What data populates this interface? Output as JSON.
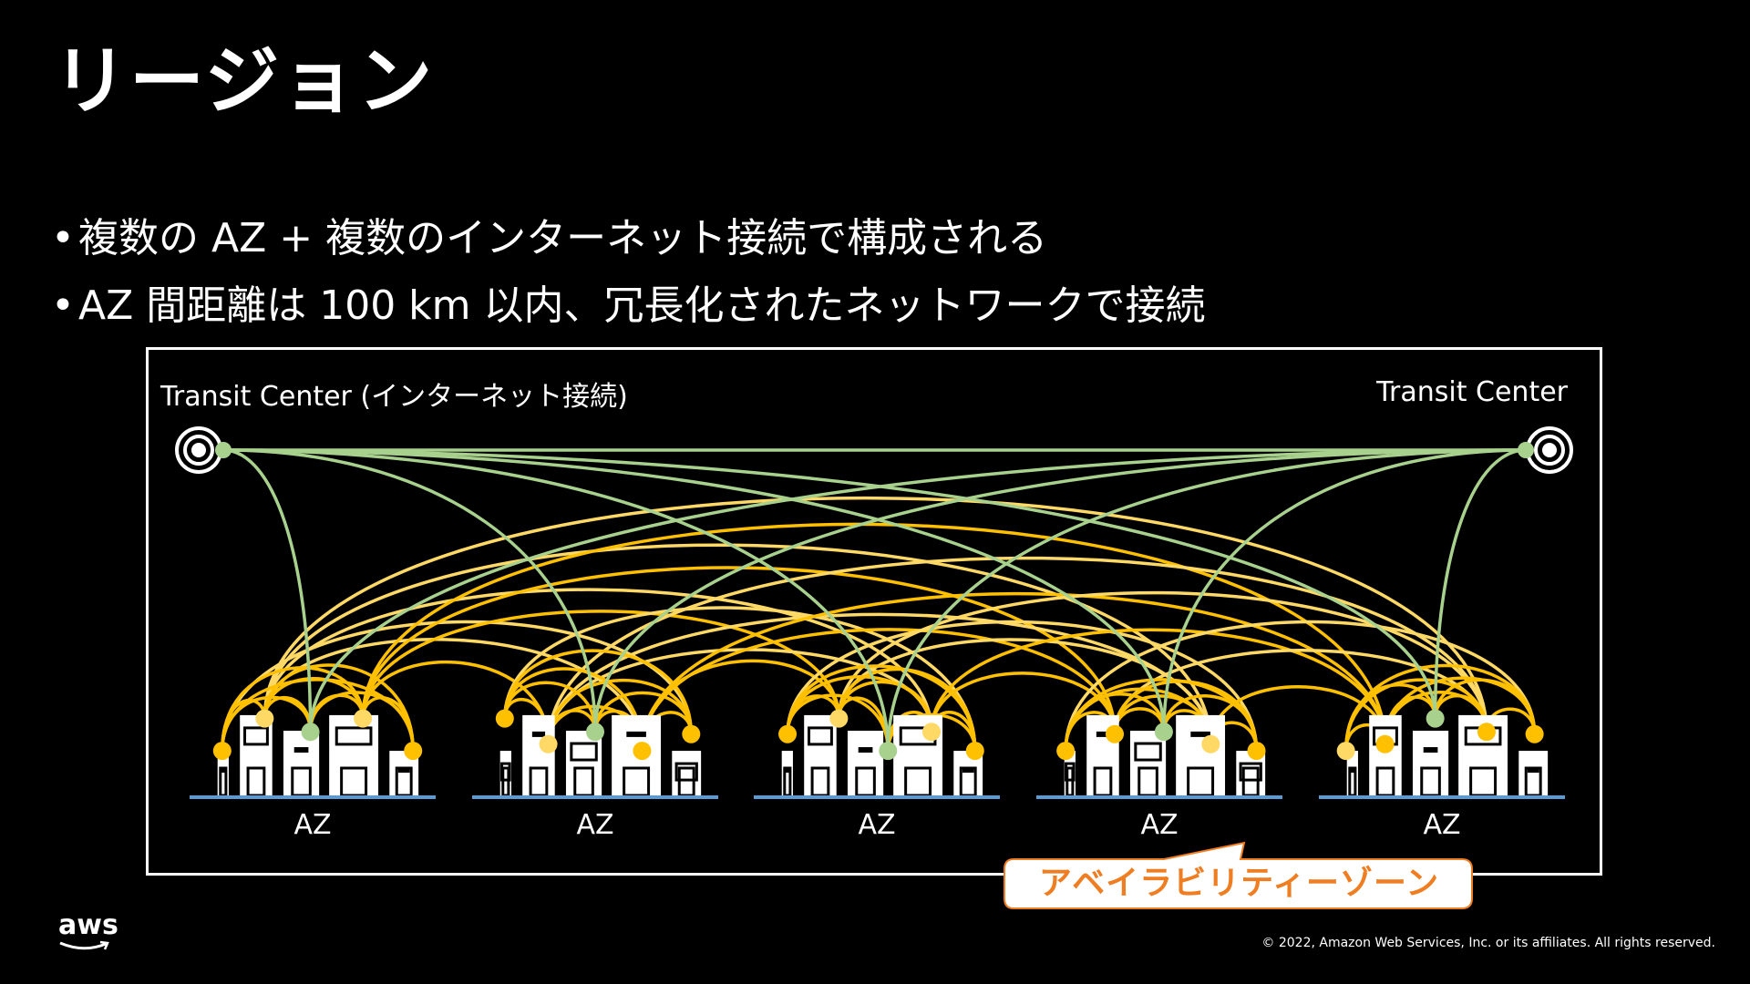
{
  "slide": {
    "title": "リージョン",
    "bullets": [
      "複数の AZ + 複数のインターネット接続で構成される",
      "AZ 間距離は 100 km 以内、冗長化されたネットワークで接続"
    ]
  },
  "diagram": {
    "transit_left": "Transit Center (インターネット接続)",
    "transit_right": "Transit Center",
    "az_labels": [
      "AZ",
      "AZ",
      "AZ",
      "AZ",
      "AZ"
    ],
    "callout": "アベイラビリティーゾーン",
    "colors": {
      "green": "#a9d18e",
      "yellow": "#ffc000",
      "light_yellow": "#ffd966",
      "baseline": "#5b9bd5",
      "callout_orange": "#ef7d22"
    }
  },
  "footer": {
    "logo": "aws",
    "copyright": "© 2022, Amazon Web Services, Inc. or its affiliates. All rights reserved."
  }
}
